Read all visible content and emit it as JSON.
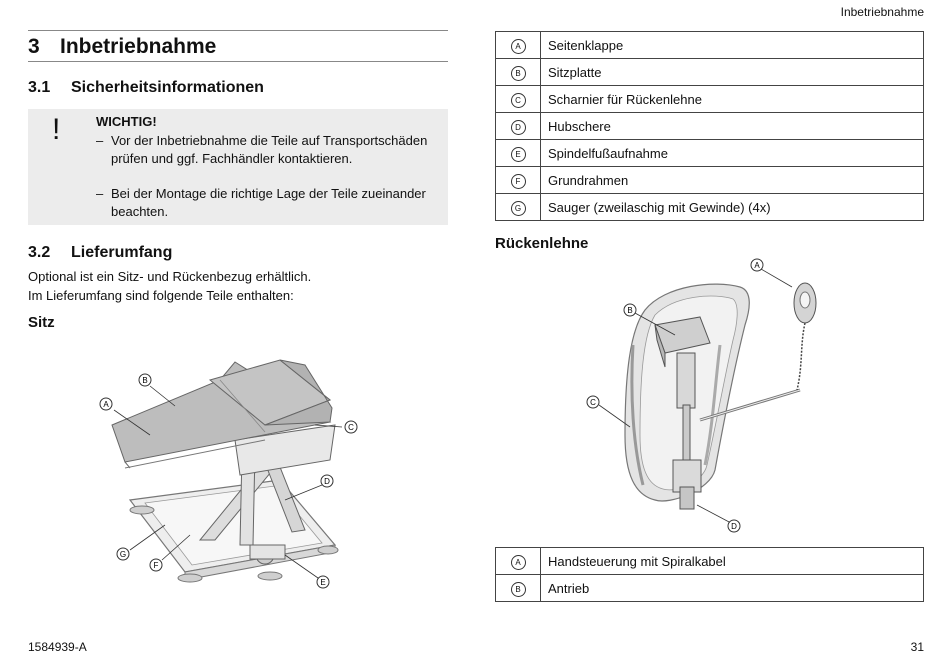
{
  "header": {
    "section_title": "Inbetriebnahme"
  },
  "footer": {
    "doc_number": "1584939-A",
    "page_number": "31"
  },
  "chapter": {
    "number": "3",
    "title": "Inbetriebnahme"
  },
  "safety": {
    "number": "3.1",
    "title": "Sicherheitsinformationen",
    "warning_symbol": "!",
    "warning_title": "WICHTIG!",
    "items": [
      {
        "dash": "–",
        "text": "Vor der Inbetriebnahme die Teile auf Transportschäden prüfen und ggf.  Fachhändler kontaktieren."
      },
      {
        "dash": "–",
        "text": "Bei der Montage die richtige Lage der Teile zueinander beachten."
      }
    ]
  },
  "delivery": {
    "number": "3.2",
    "title": "Lieferumfang",
    "line1": "Optional ist ein Sitz- und Rückenbezug erhältlich.",
    "line2": "Im Lieferumfang sind folgende Teile enthalten:"
  },
  "seat": {
    "heading": "Sitz",
    "callouts": [
      "A",
      "B",
      "C",
      "D",
      "E",
      "F",
      "G"
    ],
    "parts": [
      {
        "letter": "A",
        "name": "Seitenklappe"
      },
      {
        "letter": "B",
        "name": "Sitzplatte"
      },
      {
        "letter": "C",
        "name": "Scharnier für Rückenlehne"
      },
      {
        "letter": "D",
        "name": "Hubschere"
      },
      {
        "letter": "E",
        "name": "Spindelfußaufnahme"
      },
      {
        "letter": "F",
        "name": "Grundrahmen"
      },
      {
        "letter": "G",
        "name": "Sauger (zweilaschig mit Gewinde) (4x)"
      }
    ]
  },
  "backrest": {
    "heading": "Rückenlehne",
    "callouts": [
      "A",
      "B",
      "C",
      "D"
    ],
    "parts": [
      {
        "letter": "A",
        "name": "Handsteuerung mit Spiralkabel"
      },
      {
        "letter": "B",
        "name": "Antrieb"
      }
    ]
  }
}
